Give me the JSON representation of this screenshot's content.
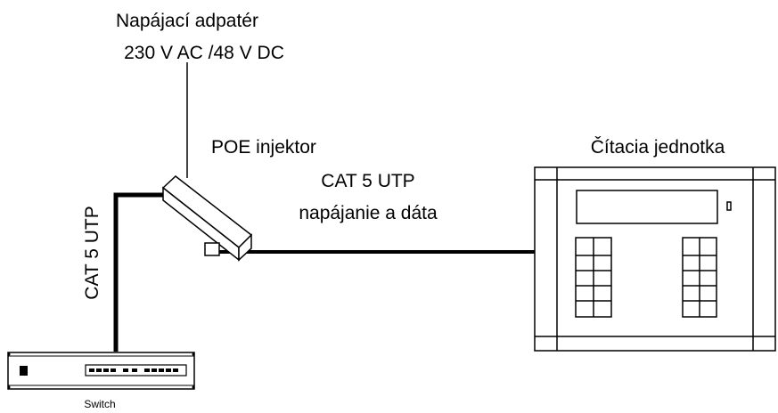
{
  "labels": {
    "adapter_line1": "Napájací adpatér",
    "adapter_line2": "230 V AC /48 V DC",
    "injector": "POE injektor",
    "cable_right_line1": "CAT 5 UTP",
    "cable_right_line2": "napájanie a dáta",
    "cable_left": "CAT 5 UTP",
    "reader": "Čítacia jednotka",
    "switch": "Switch"
  },
  "colors": {
    "line": "#000000",
    "background": "#ffffff"
  }
}
